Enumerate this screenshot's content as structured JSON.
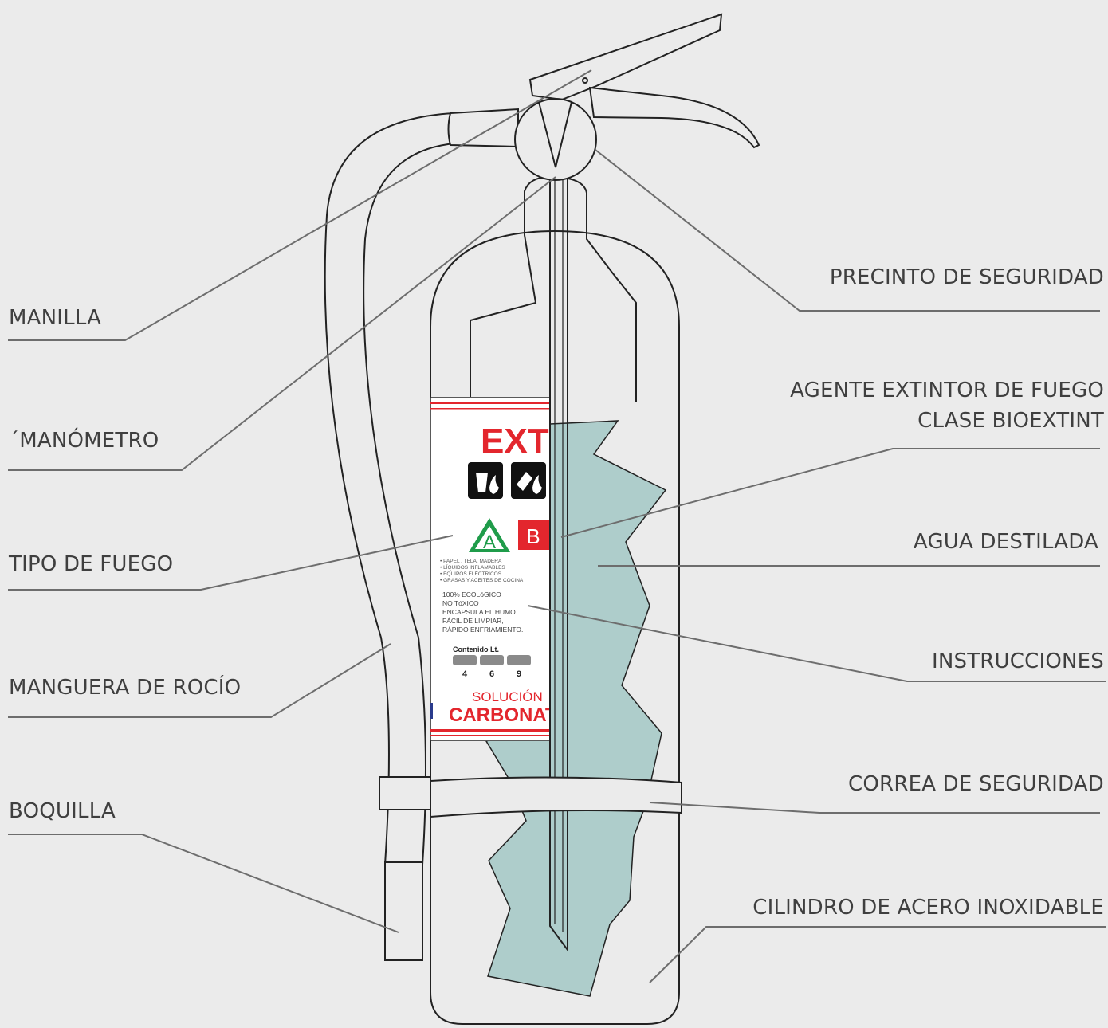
{
  "diagram": {
    "colors": {
      "background": "#ebebeb",
      "outline": "#222222",
      "leader": "#6d6d6d",
      "label_text": "#3f3f3f",
      "agent_fill": "#aecdcb",
      "label_red": "#e3262d",
      "class_a_green": "#1f9c4a"
    },
    "callouts_left": {
      "manilla": "MANILLA",
      "manometro": "´MANÓMETRO",
      "tipo_fuego": "TIPO DE FUEGO",
      "manguera": "MANGUERA DE ROCÍO",
      "boquilla": "BOQUILLA"
    },
    "callouts_right": {
      "precinto": "PRECINTO DE SEGURIDAD",
      "agente_line1": "AGENTE EXTINTOR DE FUEGO",
      "agente_line2": "CLASE BIOEXTINT",
      "agua": "AGUA DESTILADA",
      "instrucciones": "INSTRUCCIONES",
      "correa": "CORREA DE SEGURIDAD",
      "cilindro": "CILINDRO DE ACERO INOXIDABLE"
    },
    "product_label": {
      "title": "EXTI",
      "class_a": "A",
      "class_b": "B",
      "uses": [
        "• PAPEL , TELA, MADERA",
        "• LÍQUIDOS INFLAMABLES",
        "• EQUIPOS ELÉCTRICOS",
        "• GRASAS Y ACEITES DE COCINA"
      ],
      "features": [
        "100% ECOLóGICO",
        "NO TóXICO",
        "ENCAPSULA EL HUMO",
        "FÁCIL DE LIMPIAR,",
        "RÁPIDO ENFRIAMIENTO."
      ],
      "contenido_label": "Contenido Lt.",
      "sizes": [
        "4",
        "6",
        "9"
      ],
      "solucion": "SOLUCIÓN",
      "carbonato": "CARBONATO"
    }
  }
}
